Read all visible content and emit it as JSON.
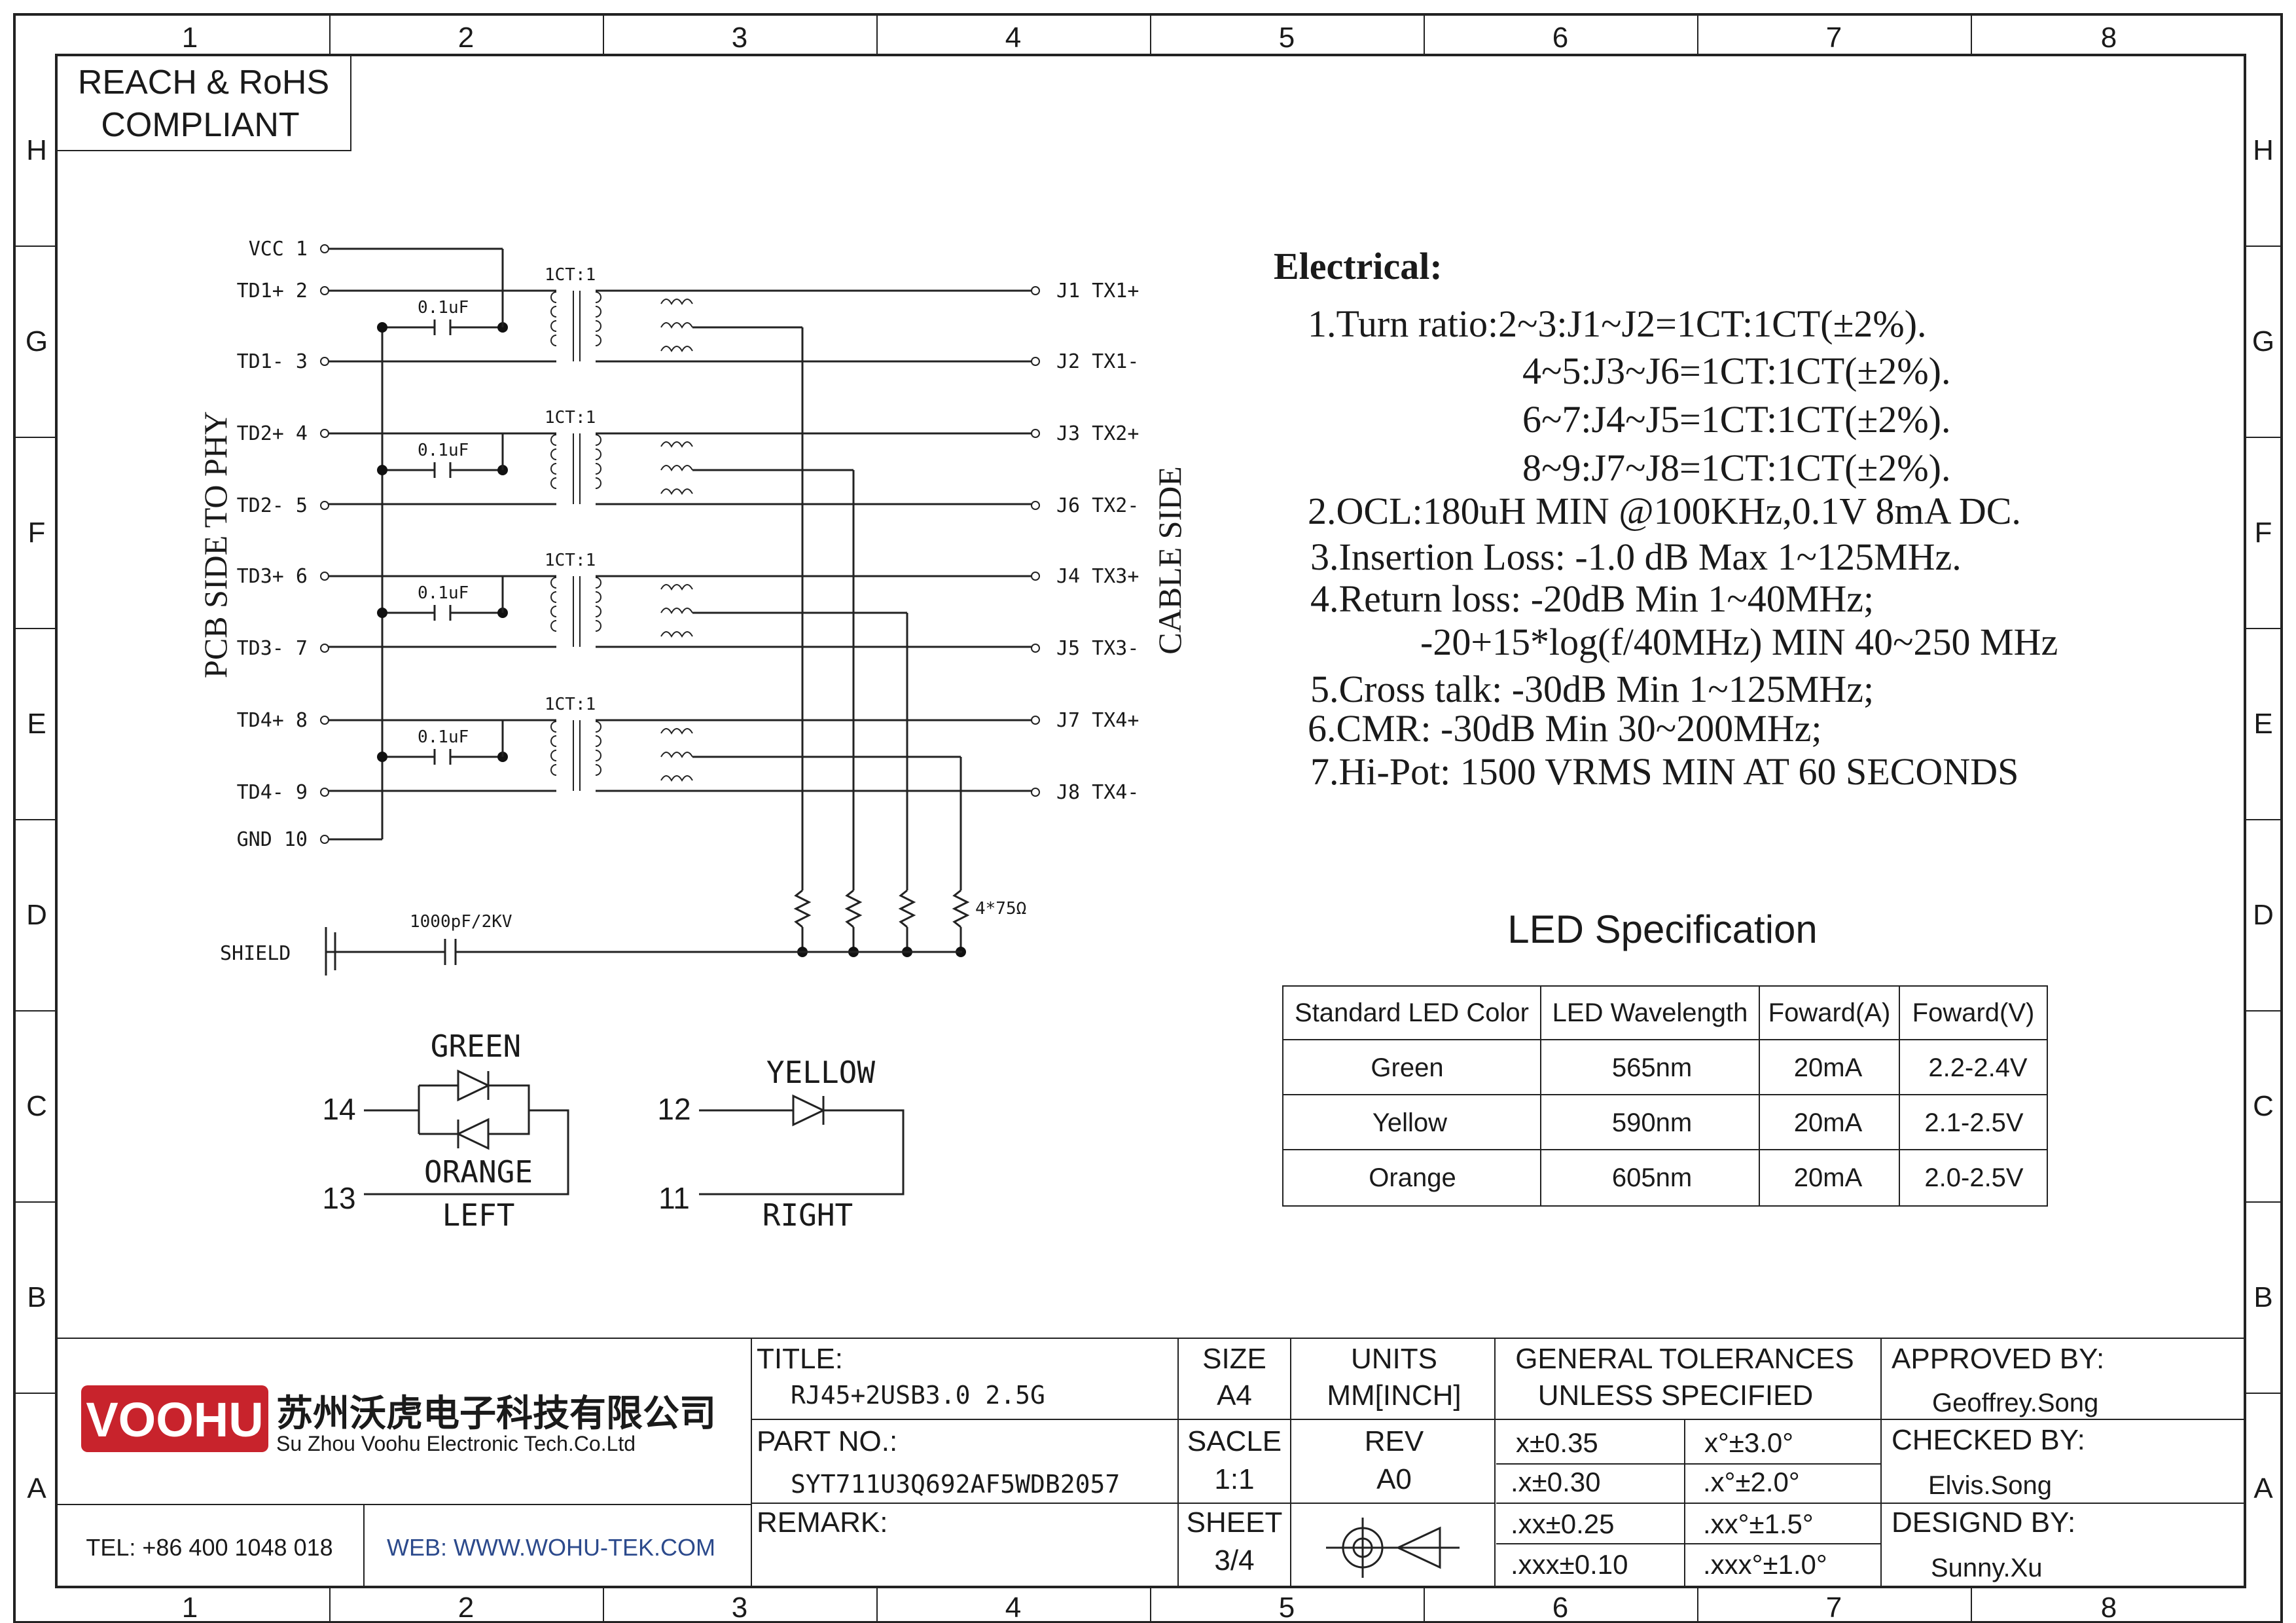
{
  "zones": {
    "columns": [
      "1",
      "2",
      "3",
      "4",
      "5",
      "6",
      "7",
      "8"
    ],
    "rows": [
      "H",
      "G",
      "F",
      "E",
      "D",
      "C",
      "B",
      "A"
    ]
  },
  "compliance": {
    "line1": "REACH & RoHS",
    "line2": "COMPLIANT"
  },
  "schematic": {
    "pcb_side_label": "PCB SIDE TO PHY",
    "cable_side_label": "CABLE SIDE",
    "left_pins": [
      {
        "name": "VCC",
        "num": "1"
      },
      {
        "name": "TD1+",
        "num": "2"
      },
      {
        "name": "TD1-",
        "num": "3"
      },
      {
        "name": "TD2+",
        "num": "4"
      },
      {
        "name": "TD2-",
        "num": "5"
      },
      {
        "name": "TD3+",
        "num": "6"
      },
      {
        "name": "TD3-",
        "num": "7"
      },
      {
        "name": "TD4+",
        "num": "8"
      },
      {
        "name": "TD4-",
        "num": "9"
      },
      {
        "name": "GND",
        "num": "10"
      }
    ],
    "right_pins": [
      {
        "pin": "J1",
        "name": "TX1+"
      },
      {
        "pin": "J2",
        "name": "TX1-"
      },
      {
        "pin": "J3",
        "name": "TX2+"
      },
      {
        "pin": "J6",
        "name": "TX2-"
      },
      {
        "pin": "J4",
        "name": "TX3+"
      },
      {
        "pin": "J5",
        "name": "TX3-"
      },
      {
        "pin": "J7",
        "name": "TX4+"
      },
      {
        "pin": "J8",
        "name": "TX4-"
      }
    ],
    "ratio_label": "1CT:1",
    "cap_label": "0.1uF",
    "shield_label": "SHIELD",
    "shield_cap_label": "1000pF/2KV",
    "resistor_label": "4*75Ω"
  },
  "leds": {
    "left": {
      "top_label": "GREEN",
      "bottom_label": "ORANGE",
      "side_label": "LEFT",
      "pin_top": "14",
      "pin_bottom": "13"
    },
    "right": {
      "top_label": "YELLOW",
      "side_label": "RIGHT",
      "pin_top": "12",
      "pin_bottom": "11"
    }
  },
  "electrical": {
    "title": "Electrical:",
    "lines": [
      "1.Turn ratio:2~3:J1~J2=1CT:1CT(±2%).",
      "4~5:J3~J6=1CT:1CT(±2%).",
      "6~7:J4~J5=1CT:1CT(±2%).",
      "8~9:J7~J8=1CT:1CT(±2%).",
      "2.OCL:180uH MIN @100KHz,0.1V 8mA DC.",
      "3.Insertion Loss: -1.0 dB Max 1~125MHz.",
      "4.Return loss: -20dB Min 1~40MHz;",
      "-20+15*log(f/40MHz) MIN 40~250 MHz",
      "5.Cross talk: -30dB Min 1~125MHz;",
      "6.CMR: -30dB Min 30~200MHz;",
      "7.Hi-Pot: 1500 VRMS MIN AT 60 SECONDS"
    ]
  },
  "led_spec": {
    "title": "LED Specification",
    "headers": [
      "Standard LED Color",
      "LED Wavelength",
      "Foward(A)",
      "Foward(V)"
    ],
    "rows": [
      [
        "Green",
        "565nm",
        "20mA",
        "2.2-2.4V"
      ],
      [
        "Yellow",
        "590nm",
        "20mA",
        "2.1-2.5V"
      ],
      [
        "Orange",
        "605nm",
        "20mA",
        "2.0-2.5V"
      ]
    ]
  },
  "title_block": {
    "logo_text": "VOOHU",
    "company_cn": "苏州沃虎电子科技有限公司",
    "company_en": "Su Zhou Voohu Electronic Tech.Co.Ltd",
    "tel": "TEL: +86 400 1048 018",
    "web": "WEB: WWW.WOHU-TEK.COM",
    "title_label": "TITLE:",
    "title_value": "RJ45+2USB3.0 2.5G",
    "part_label": "PART NO.:",
    "part_value": "SYT711U3Q692AF5WDB2057",
    "remark_label": "REMARK:",
    "size_label": "SIZE",
    "size_value": "A4",
    "units_label": "UNITS",
    "units_value": "MM[INCH]",
    "scale_label": "SACLE",
    "scale_value": "1:1",
    "rev_label": "REV",
    "rev_value": "A0",
    "sheet_label": "SHEET",
    "sheet_value": "3/4",
    "tol_line1": "GENERAL TOLERANCES",
    "tol_line2": "UNLESS SPECIFIED",
    "tolerances": [
      [
        "x±0.35",
        "x°±3.0°"
      ],
      [
        ".x±0.30",
        ".x°±2.0°"
      ],
      [
        ".xx±0.25",
        ".xx°±1.5°"
      ],
      [
        ".xxx±0.10",
        ".xxx°±1.0°"
      ]
    ],
    "approved_label": "APPROVED BY:",
    "approved_value": "Geoffrey.Song",
    "checked_label": "CHECKED BY:",
    "checked_value": "Elvis.Song",
    "designed_label": "DESIGND BY:",
    "designed_value": "Sunny.Xu"
  },
  "colors": {
    "logo_red": "#c8232c",
    "web_blue": "#2c4a8c",
    "line": "#222222"
  }
}
